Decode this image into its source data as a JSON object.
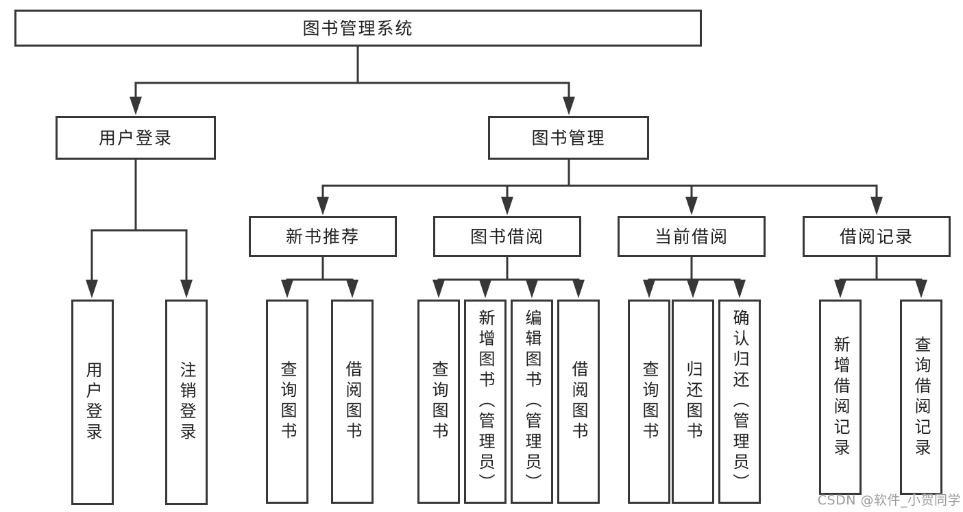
{
  "tree": {
    "label": "图书管理系统",
    "children": [
      {
        "label": "用户登录",
        "children": [
          {
            "label": "用户登录"
          },
          {
            "label": "注销登录"
          }
        ]
      },
      {
        "label": "图书管理",
        "children": [
          {
            "label": "新书推荐",
            "children": [
              {
                "label": "查询图书"
              },
              {
                "label": "借阅图书"
              }
            ]
          },
          {
            "label": "图书借阅",
            "children": [
              {
                "label": "查询图书"
              },
              {
                "label": "新增图书（管理员）"
              },
              {
                "label": "编辑图书（管理员）"
              },
              {
                "label": "借阅图书"
              }
            ]
          },
          {
            "label": "当前借阅",
            "children": [
              {
                "label": "查询图书"
              },
              {
                "label": "归还图书"
              },
              {
                "label": "确认归还（管理员）"
              }
            ]
          },
          {
            "label": "借阅记录",
            "children": [
              {
                "label": "新增借阅记录"
              },
              {
                "label": "查询借阅记录"
              }
            ]
          }
        ]
      }
    ]
  },
  "watermark": {
    "text": "CSDN @软件_小贺同学"
  },
  "colors": {
    "line": "#373737",
    "text": "#1f1f1f",
    "watermark": "#9b9b9b",
    "background": "#ffffff"
  }
}
